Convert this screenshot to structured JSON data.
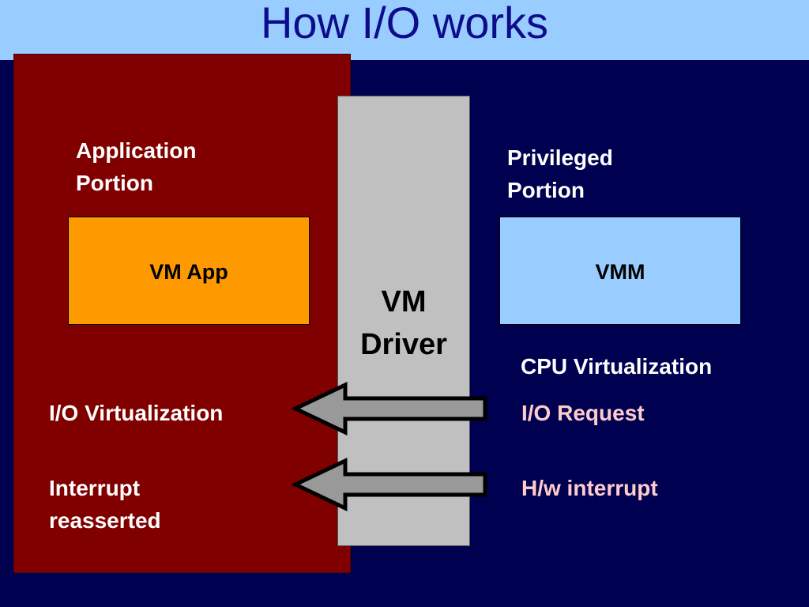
{
  "title": "How I/O works",
  "application_panel": {
    "heading_line1": "Application",
    "heading_line2": "Portion",
    "vm_app_label": "VM App",
    "io_virtualization_label": "I/O Virtualization",
    "interrupt_line1": "Interrupt",
    "interrupt_line2": "reasserted"
  },
  "driver_panel": {
    "label_line1": "VM",
    "label_line2": "Driver"
  },
  "privileged_panel": {
    "heading_line1": "Privileged",
    "heading_line2": "Portion",
    "vmm_label": "VMM",
    "cpu_virtualization_label": "CPU Virtualization",
    "io_request_label": "I/O Request",
    "hw_interrupt_label": "H/w interrupt"
  },
  "colors": {
    "background": "#000050",
    "title_bar": "#99ccff",
    "title_text": "#0d0d8c",
    "application_panel": "#800000",
    "driver_panel": "#c0c0c0",
    "vm_app_box": "#ff9900",
    "vmm_box": "#99ccff",
    "highlight_text": "#ffcccc",
    "arrow_fill": "#999999"
  },
  "arrows": [
    {
      "from": "I/O Request",
      "to": "I/O Virtualization",
      "direction": "left"
    },
    {
      "from": "H/w interrupt",
      "to": "Interrupt reasserted",
      "direction": "left"
    }
  ]
}
